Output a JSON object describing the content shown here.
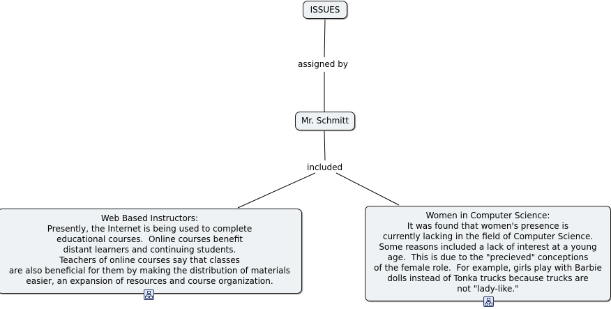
{
  "nodes": {
    "issues": {
      "label": "ISSUES"
    },
    "mr_schmitt": {
      "label": "Mr. Schmitt"
    },
    "web_based": {
      "lines": [
        "Web Based Instructors:",
        "Presently, the Internet is being used to complete",
        "educational courses.  Online courses benefit",
        "distant learners and continuing students.",
        "Teachers of online courses say that classes",
        "are also beneficial for them by making the distribution of materials",
        "easier, an expansion of resources and course organization."
      ]
    },
    "women_cs": {
      "lines": [
        "Women in Computer Science:",
        "It was found that women's presence is",
        "currently lacking in the field of Computer Science.",
        "Some reasons included a lack of interest at a young",
        "age.  This is due to the \"precieved\" conceptions",
        "of the female role.  For example, girls play with Barbie",
        "dolls instead of Tonka trucks because trucks are",
        "not \"lady-like.\""
      ]
    }
  },
  "links": {
    "assigned_by": "assigned by",
    "included": "included"
  },
  "icons": {
    "submap": "concept-map-icon"
  },
  "colors": {
    "node_fill": "#eef2f4",
    "node_border": "#1a1a1a",
    "line": "#000000"
  }
}
